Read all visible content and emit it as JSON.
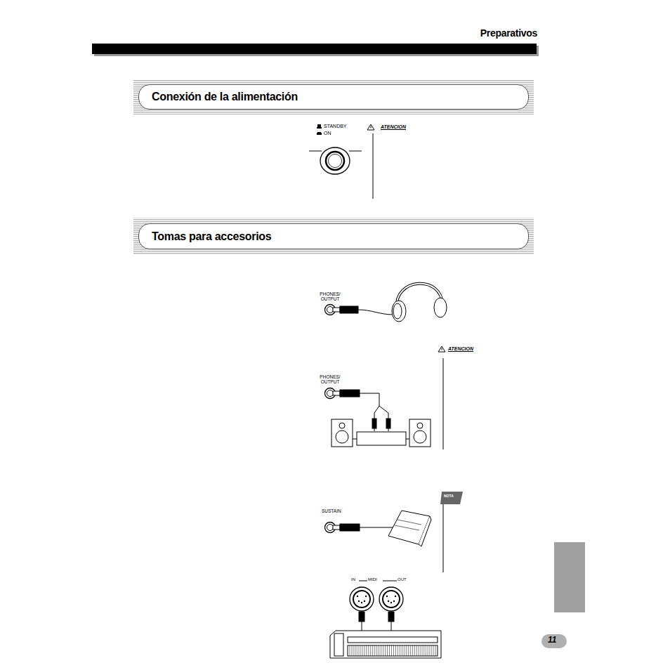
{
  "diagram": {
    "title": "Preparativos",
    "nodes": [
      {
        "text": [
          "Conexión de la alimentación"
        ]
      },
      {
        "text": [
          "Tomas para accesorios"
        ]
      }
    ],
    "labels": [
      "STANDBY",
      "ON",
      "ATENCION",
      "PHONES/ OUTPUT",
      "PHONES/ OUTPUT",
      "ATENCION",
      "NOTA",
      "SUSTAIN",
      "IN",
      "MIDI",
      "OUT",
      "11"
    ]
  }
}
